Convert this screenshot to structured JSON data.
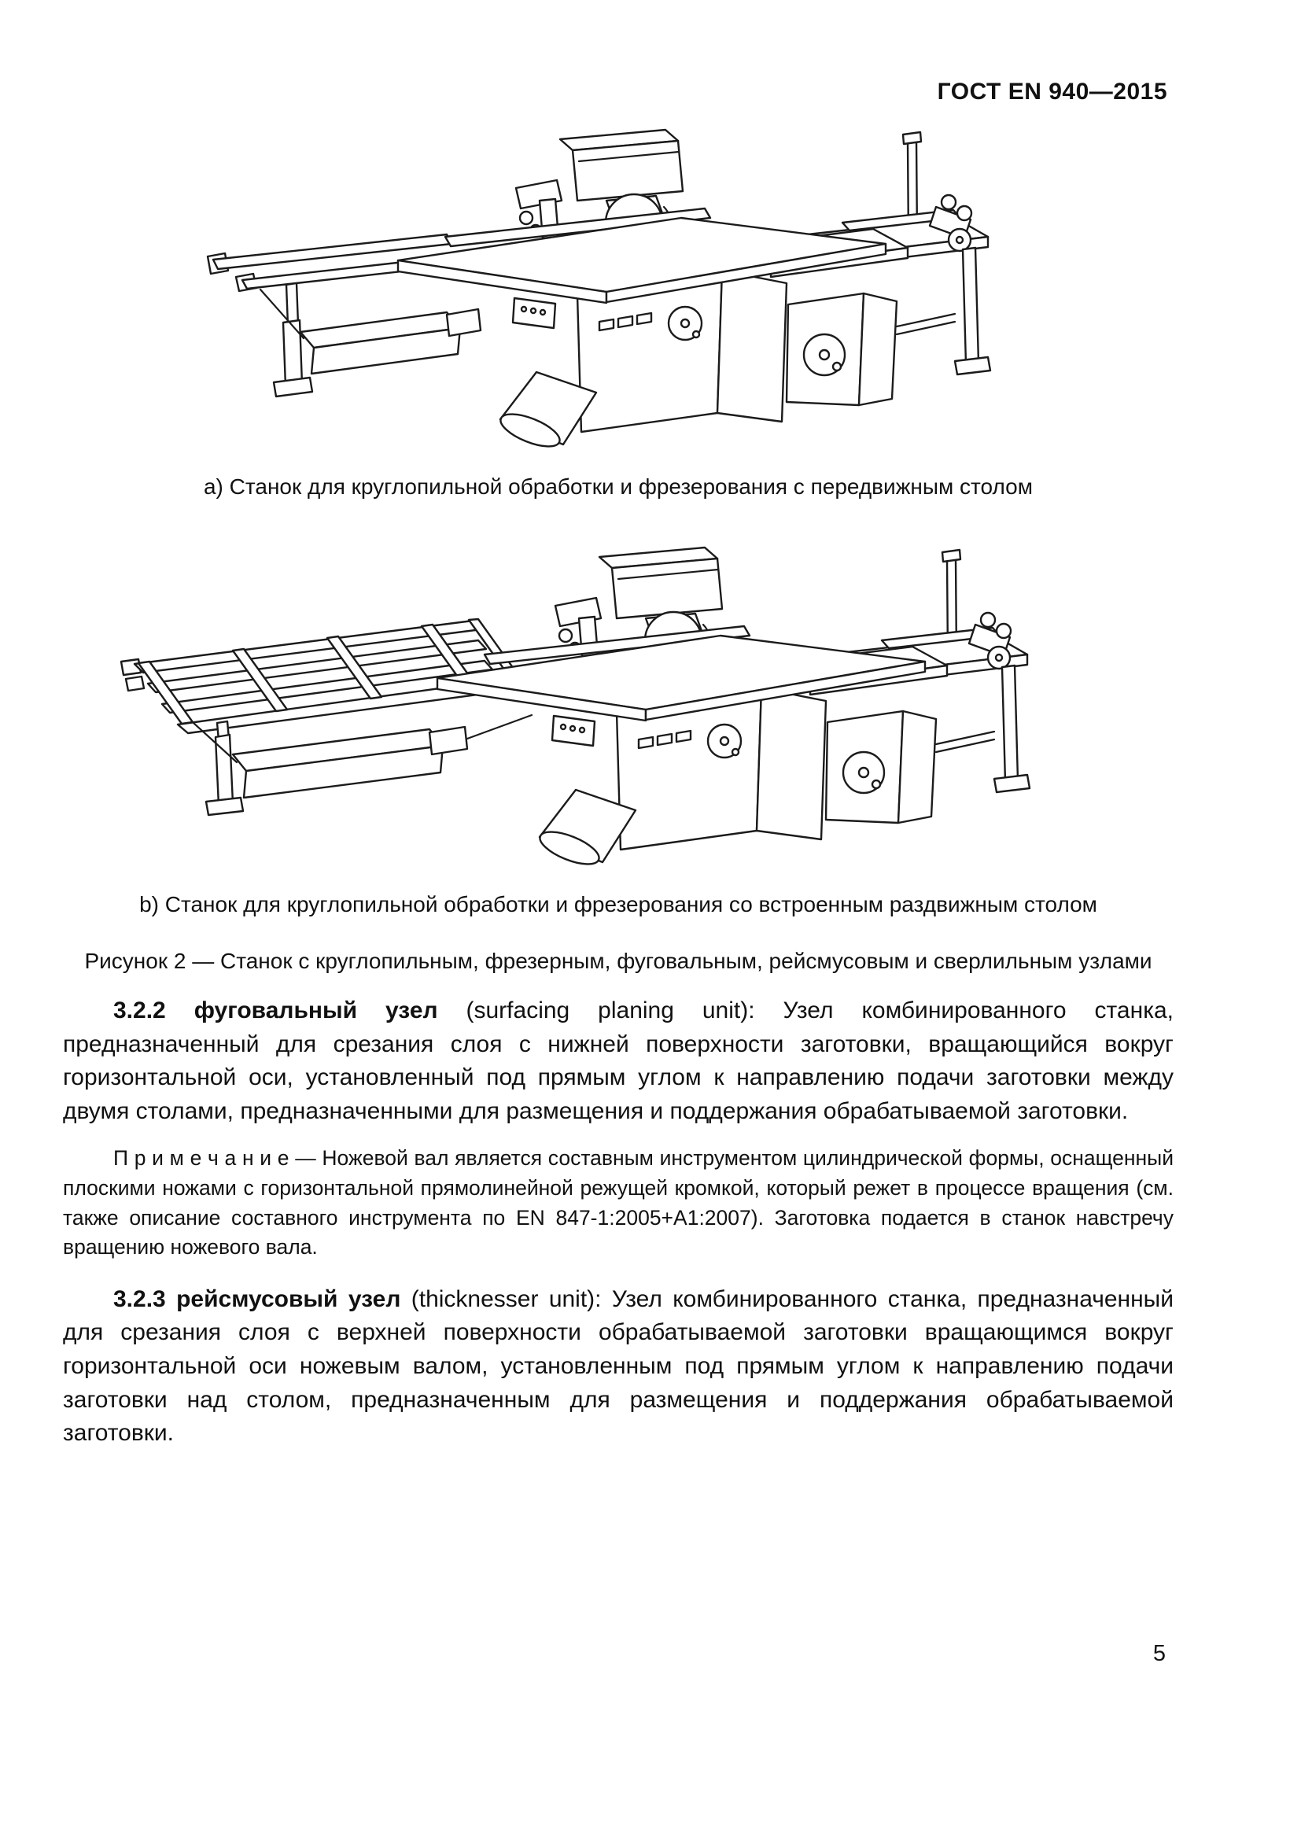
{
  "page": {
    "header": "ГОСТ EN 940—2015",
    "page_number": "5"
  },
  "figures": {
    "caption_a": "а) Станок для круглопильной обработки и фрезерования с передвижным столом",
    "caption_b": "b) Станок для круглопильной обработки и фрезерования со встроенным раздвижным столом",
    "figure_caption": "Рисунок 2 — Станок с круглопильным, фрезерным, фуговальным, рейсмусовым и сверлильным узлами"
  },
  "sections": [
    {
      "number": "3.2.2",
      "term": "фуговальный узел",
      "text": " (surfacing planing unit): Узел комбинированного станка, предназначенный для срезания слоя с нижней поверхности заготовки, вращающийся вокруг горизонтальной оси, установленный под прямым углом к направлению подачи заготовки между двумя столами, предназначенными для размещения и поддержания обрабатываемой заготовки."
    },
    {
      "number": "3.2.3",
      "term": "рейсмусовый узел",
      "text": " (thicknesser unit): Узел комбинированного станка, предназначенный для срезания слоя с верхней поверхности обрабатываемой заготовки вращающимся вокруг горизонтальной оси ножевым валом, установленным под прямым углом к направлению подачи заготовки над столом, предназначенным для размещения и поддержания обрабатываемой заготовки."
    }
  ],
  "note": {
    "label": "П р и м е ч а н и е",
    "text": " — Ножевой вал является составным инструментом цилиндрической формы, оснащенный плоскими ножами с горизонтальной прямолинейной режущей кромкой, который режет в процессе вращения (см. также описание составного инструмента по EN 847-1:2005+A1:2007). Заготовка подается в станок навстречу вращению ножевого вала."
  }
}
